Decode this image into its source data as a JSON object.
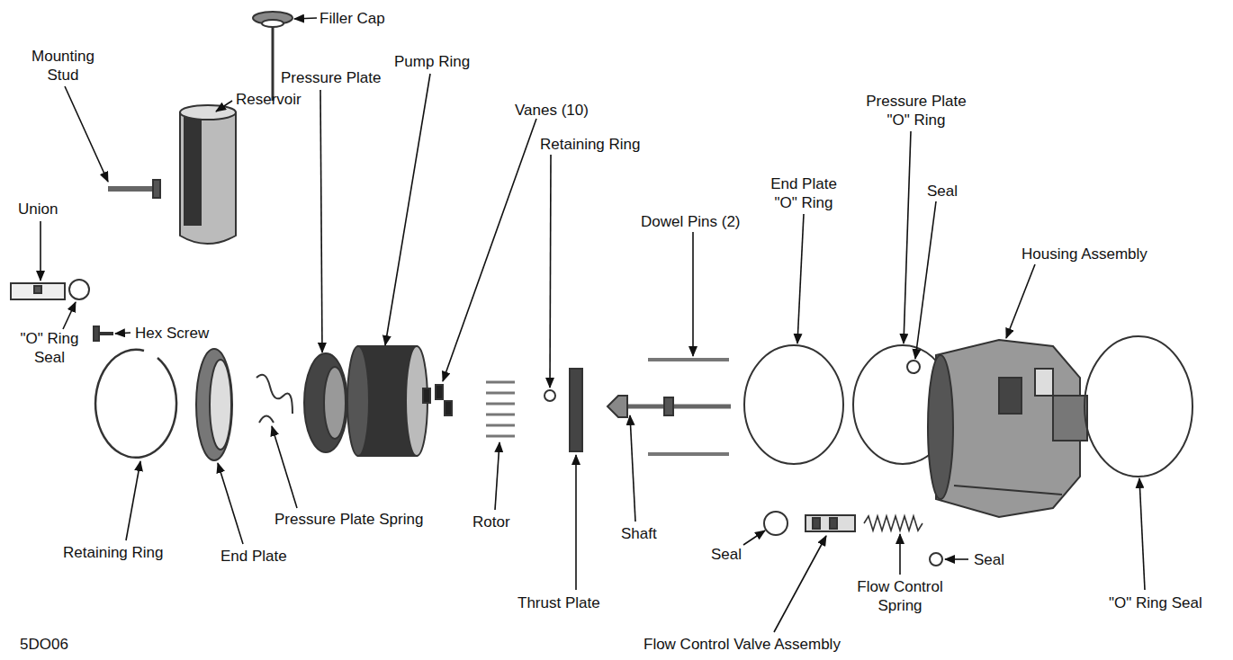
{
  "diagram": {
    "labels": [
      "Filler Cap",
      "Mounting Stud",
      "Reservoir",
      "Union",
      "\"O\" Ring Seal",
      "Hex Screw",
      "Pressure Plate",
      "Pump Ring",
      "Vanes (10)",
      "Retaining Ring",
      "Dowel Pins (2)",
      "End Plate \"O\" Ring",
      "Pressure Plate \"O\" Ring",
      "Seal",
      "Housing Assembly",
      "Retaining Ring",
      "End Plate",
      "Pressure Plate Spring",
      "Rotor",
      "Thrust Plate",
      "Shaft",
      "Seal",
      "Flow Control Spring",
      "Seal",
      "\"O\" Ring Seal",
      "Flow Control Valve Assembly",
      "5DO06"
    ]
  }
}
